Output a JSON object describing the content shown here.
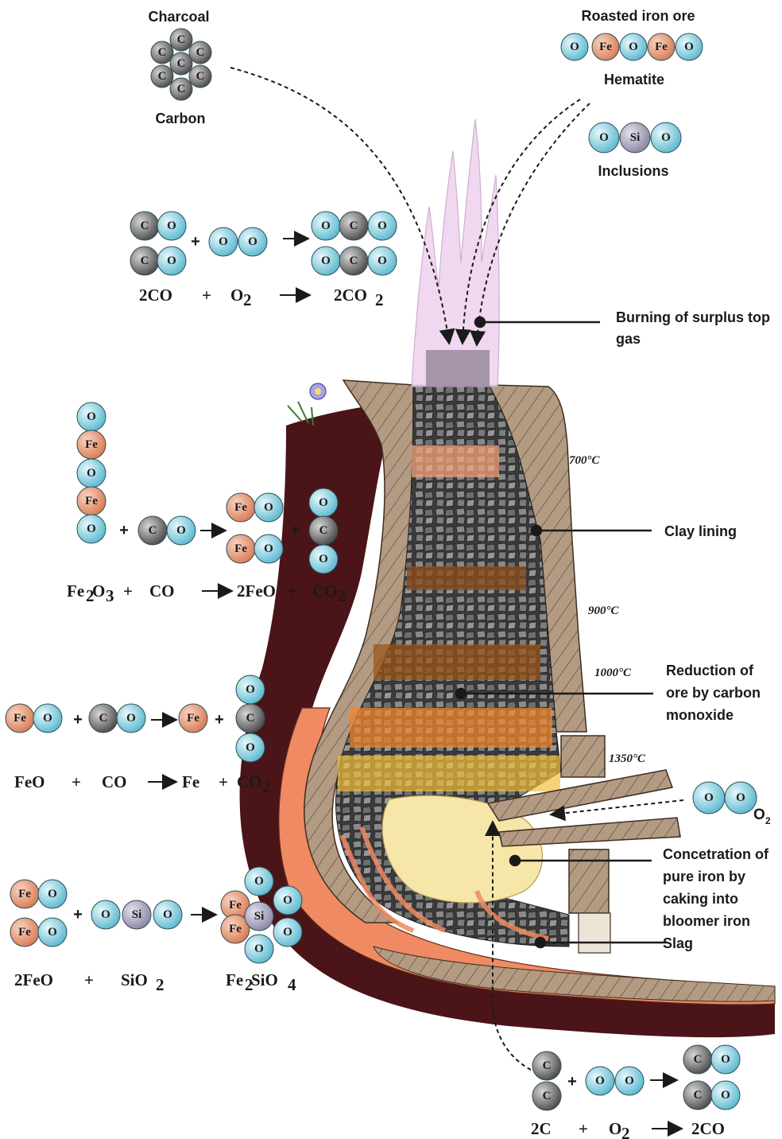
{
  "labels": {
    "charcoal": "Charcoal",
    "carbon": "Carbon",
    "roasted_ore": "Roasted iron ore",
    "hematite": "Hematite",
    "inclusions": "Inclusions",
    "burning_line1": "Burning of surplus top",
    "burning_line2": "gas",
    "clay_lining": "Clay lining",
    "reduction_line1": "Reduction of",
    "reduction_line2": "ore by carbon",
    "reduction_line3": "monoxide",
    "conc_line1": "Concetration of",
    "conc_line2": "pure iron by",
    "conc_line3": "caking into",
    "conc_line4": "bloomer iron",
    "slag": "Slag",
    "o2_label": "O",
    "o2_sub": "2"
  },
  "temperatures": {
    "t700": "700°C",
    "t900": "900°C",
    "t1000": "1000°C",
    "t1350": "1350°C"
  },
  "atoms": {
    "C": "C",
    "O": "O",
    "Fe": "Fe",
    "Si": "Si",
    "plus": "+"
  },
  "equations": {
    "co_burn": {
      "a": "2CO",
      "plus": "+",
      "b": "O",
      "b_sub": "2",
      "p": "2CO",
      "p_sub": "2"
    },
    "hematite_red": {
      "a": "Fe",
      "a_sub1": "2",
      "a_mid": "O",
      "a_sub2": "3",
      "plus": "+",
      "b": "CO",
      "p": "2FeO",
      "plus2": "+",
      "q": "CO",
      "q_sub": "2"
    },
    "feo_red": {
      "a": "FeO",
      "plus": "+",
      "b": "CO",
      "p": "Fe",
      "plus2": "+",
      "q": "CO",
      "q_sub": "2"
    },
    "fayalite": {
      "a": "2FeO",
      "plus": "+",
      "b": "SiO",
      "b_sub": "2",
      "p": "Fe",
      "p_sub1": "2",
      "p_mid": "SiO",
      "p_sub2": "4"
    },
    "carbon_burn": {
      "a": "2C",
      "plus": "+",
      "b": "O",
      "b_sub": "2",
      "p": "2CO"
    }
  },
  "colors": {
    "oxygen": "#8fd3e3",
    "carbon": "#707070",
    "iron": "#e89a78",
    "silicon": "#a9a4bd",
    "clay": "#b39a82",
    "earth": "#4a1418",
    "flame": "#efd4ef",
    "slag": "#f08a62",
    "bloom": "#f6e6a8"
  }
}
